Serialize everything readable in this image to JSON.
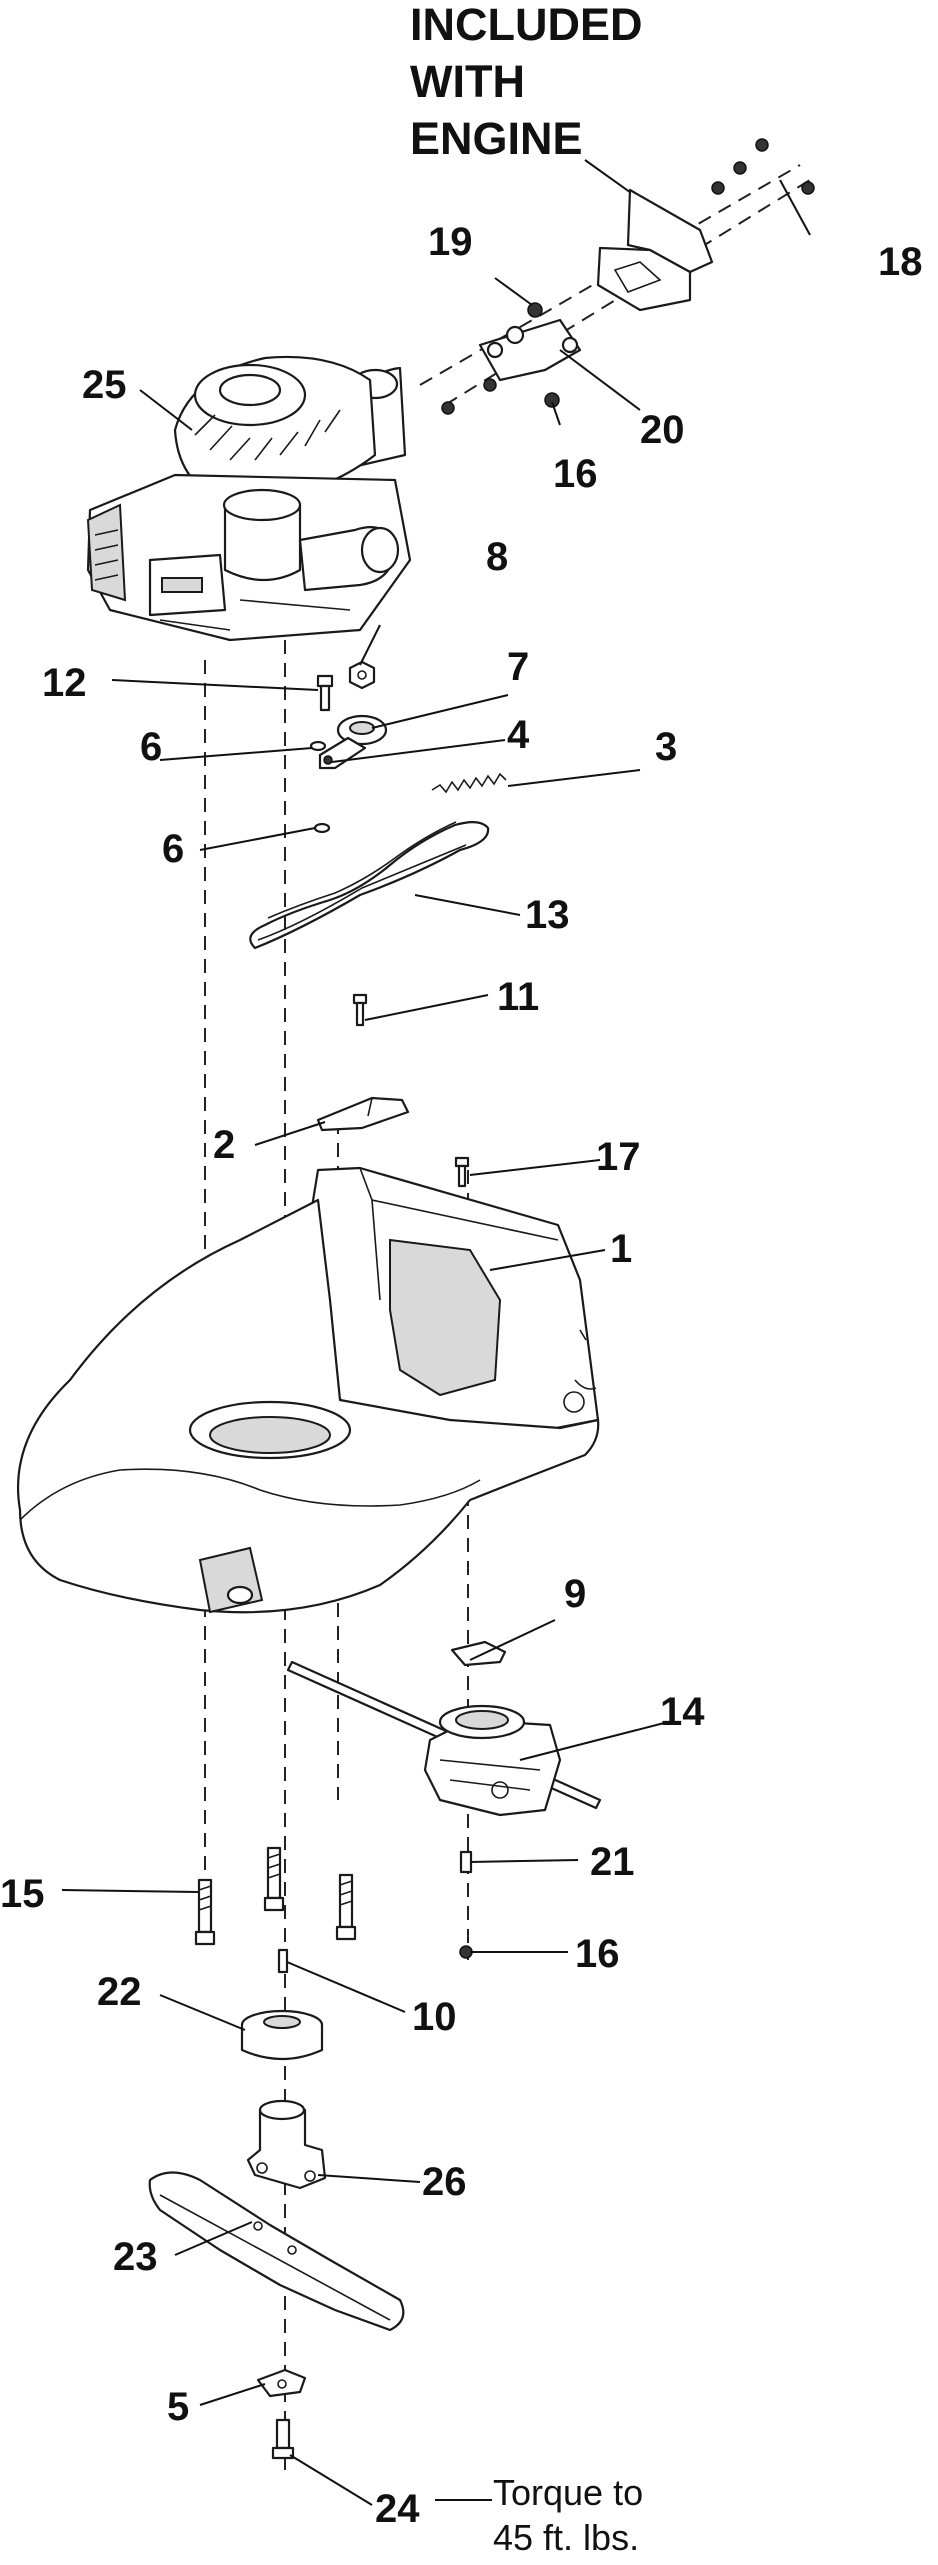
{
  "heading": {
    "line1": "INCLUDED",
    "line2": "WITH",
    "line3": "ENGINE"
  },
  "torque_note": {
    "line1": "Torque to",
    "line2": "45 ft. lbs."
  },
  "callouts": {
    "c1": "1",
    "c2": "2",
    "c3": "3",
    "c4": "4",
    "c5": "5",
    "c6a": "6",
    "c6b": "6",
    "c7": "7",
    "c8": "8",
    "c9": "9",
    "c10": "10",
    "c11": "11",
    "c12": "12",
    "c13": "13",
    "c14": "14",
    "c15": "15",
    "c16a": "16",
    "c16b": "16",
    "c17": "17",
    "c18": "18",
    "c19": "19",
    "c20": "20",
    "c21": "21",
    "c22": "22",
    "c23": "23",
    "c24": "24",
    "c25": "25",
    "c26": "26"
  }
}
